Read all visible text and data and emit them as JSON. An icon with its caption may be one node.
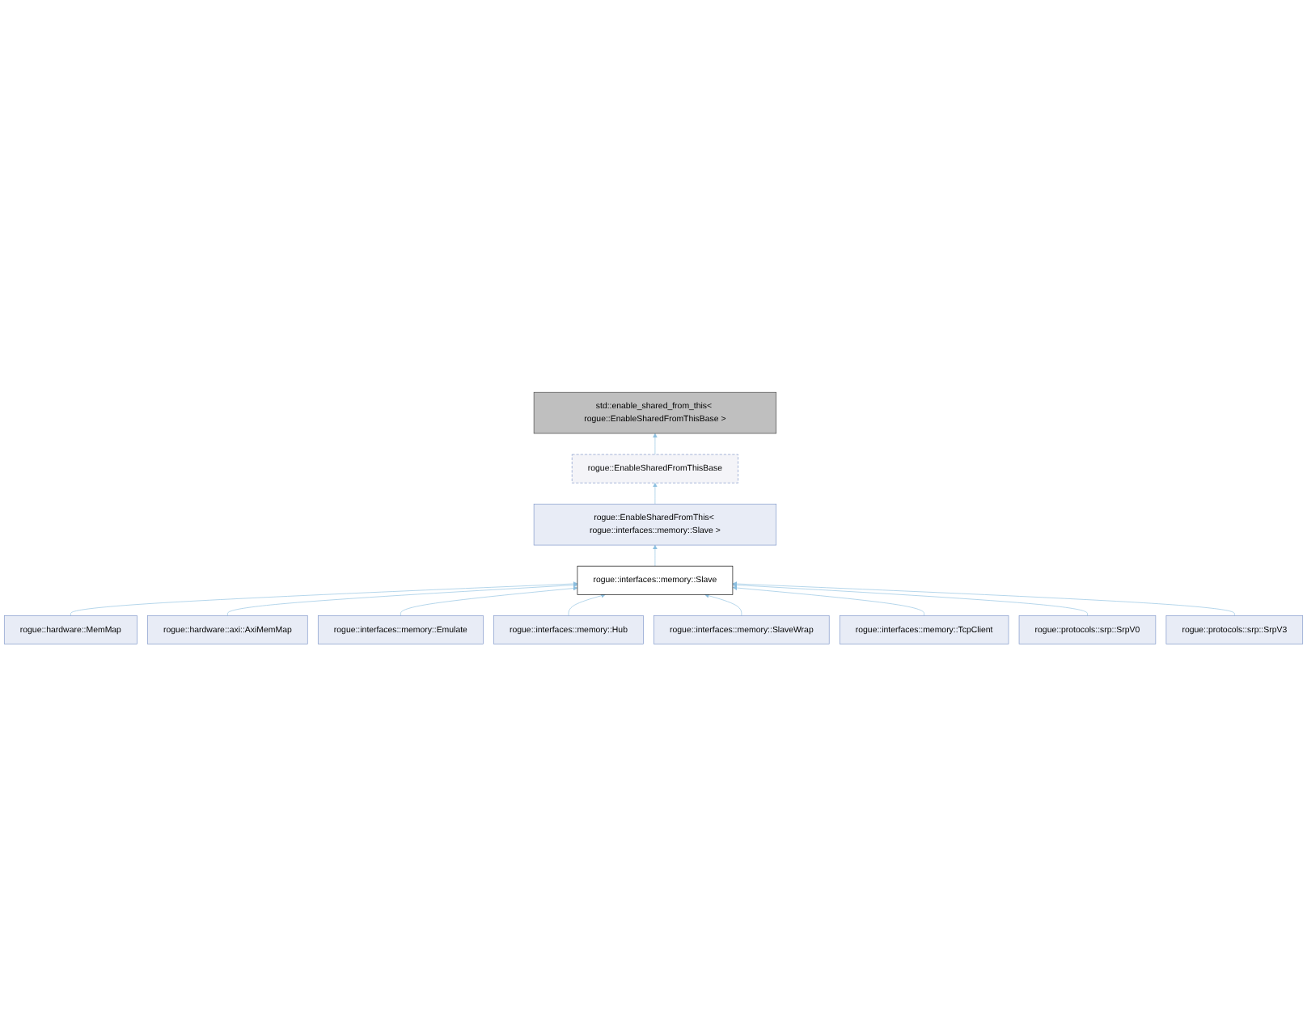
{
  "diagram": {
    "nodes": [
      {
        "text": [
          "std::enable_shared_from_this< rogue::EnableSharedFromThisBase >"
        ]
      },
      {
        "text": [
          "rogue::EnableSharedFromThisBase"
        ]
      },
      {
        "text": [
          "rogue::EnableSharedFromThis< rogue::interfaces::memory::Slave >"
        ]
      },
      {
        "text": [
          "rogue::interfaces::memory::Slave"
        ]
      },
      {
        "text": [
          "rogue::hardware::MemMap"
        ]
      },
      {
        "text": [
          "rogue::hardware::axi::AxiMemMap"
        ]
      },
      {
        "text": [
          "rogue::interfaces::memory::Emulate"
        ]
      },
      {
        "text": [
          "rogue::interfaces::memory::Hub"
        ]
      },
      {
        "text": [
          "rogue::interfaces::memory::SlaveWrap"
        ]
      },
      {
        "text": [
          "rogue::interfaces::memory::TcpClient"
        ]
      },
      {
        "text": [
          "rogue::protocols::srp::SrpV0"
        ]
      },
      {
        "text": [
          "rogue::protocols::srp::SrpV3"
        ]
      }
    ],
    "edges": [
      {
        "from": 1,
        "to": 0,
        "arrow": "to"
      },
      {
        "from": 2,
        "to": 1,
        "arrow": "to"
      },
      {
        "from": 3,
        "to": 2,
        "arrow": "to"
      },
      {
        "from": 4,
        "to": 3,
        "arrow": "to"
      },
      {
        "from": 5,
        "to": 3,
        "arrow": "to"
      },
      {
        "from": 6,
        "to": 3,
        "arrow": "to"
      },
      {
        "from": 7,
        "to": 3,
        "arrow": "to"
      },
      {
        "from": 8,
        "to": 3,
        "arrow": "to"
      },
      {
        "from": 9,
        "to": 3,
        "arrow": "to"
      },
      {
        "from": 10,
        "to": 3,
        "arrow": "to"
      },
      {
        "from": 11,
        "to": 3,
        "arrow": "to"
      }
    ]
  }
}
